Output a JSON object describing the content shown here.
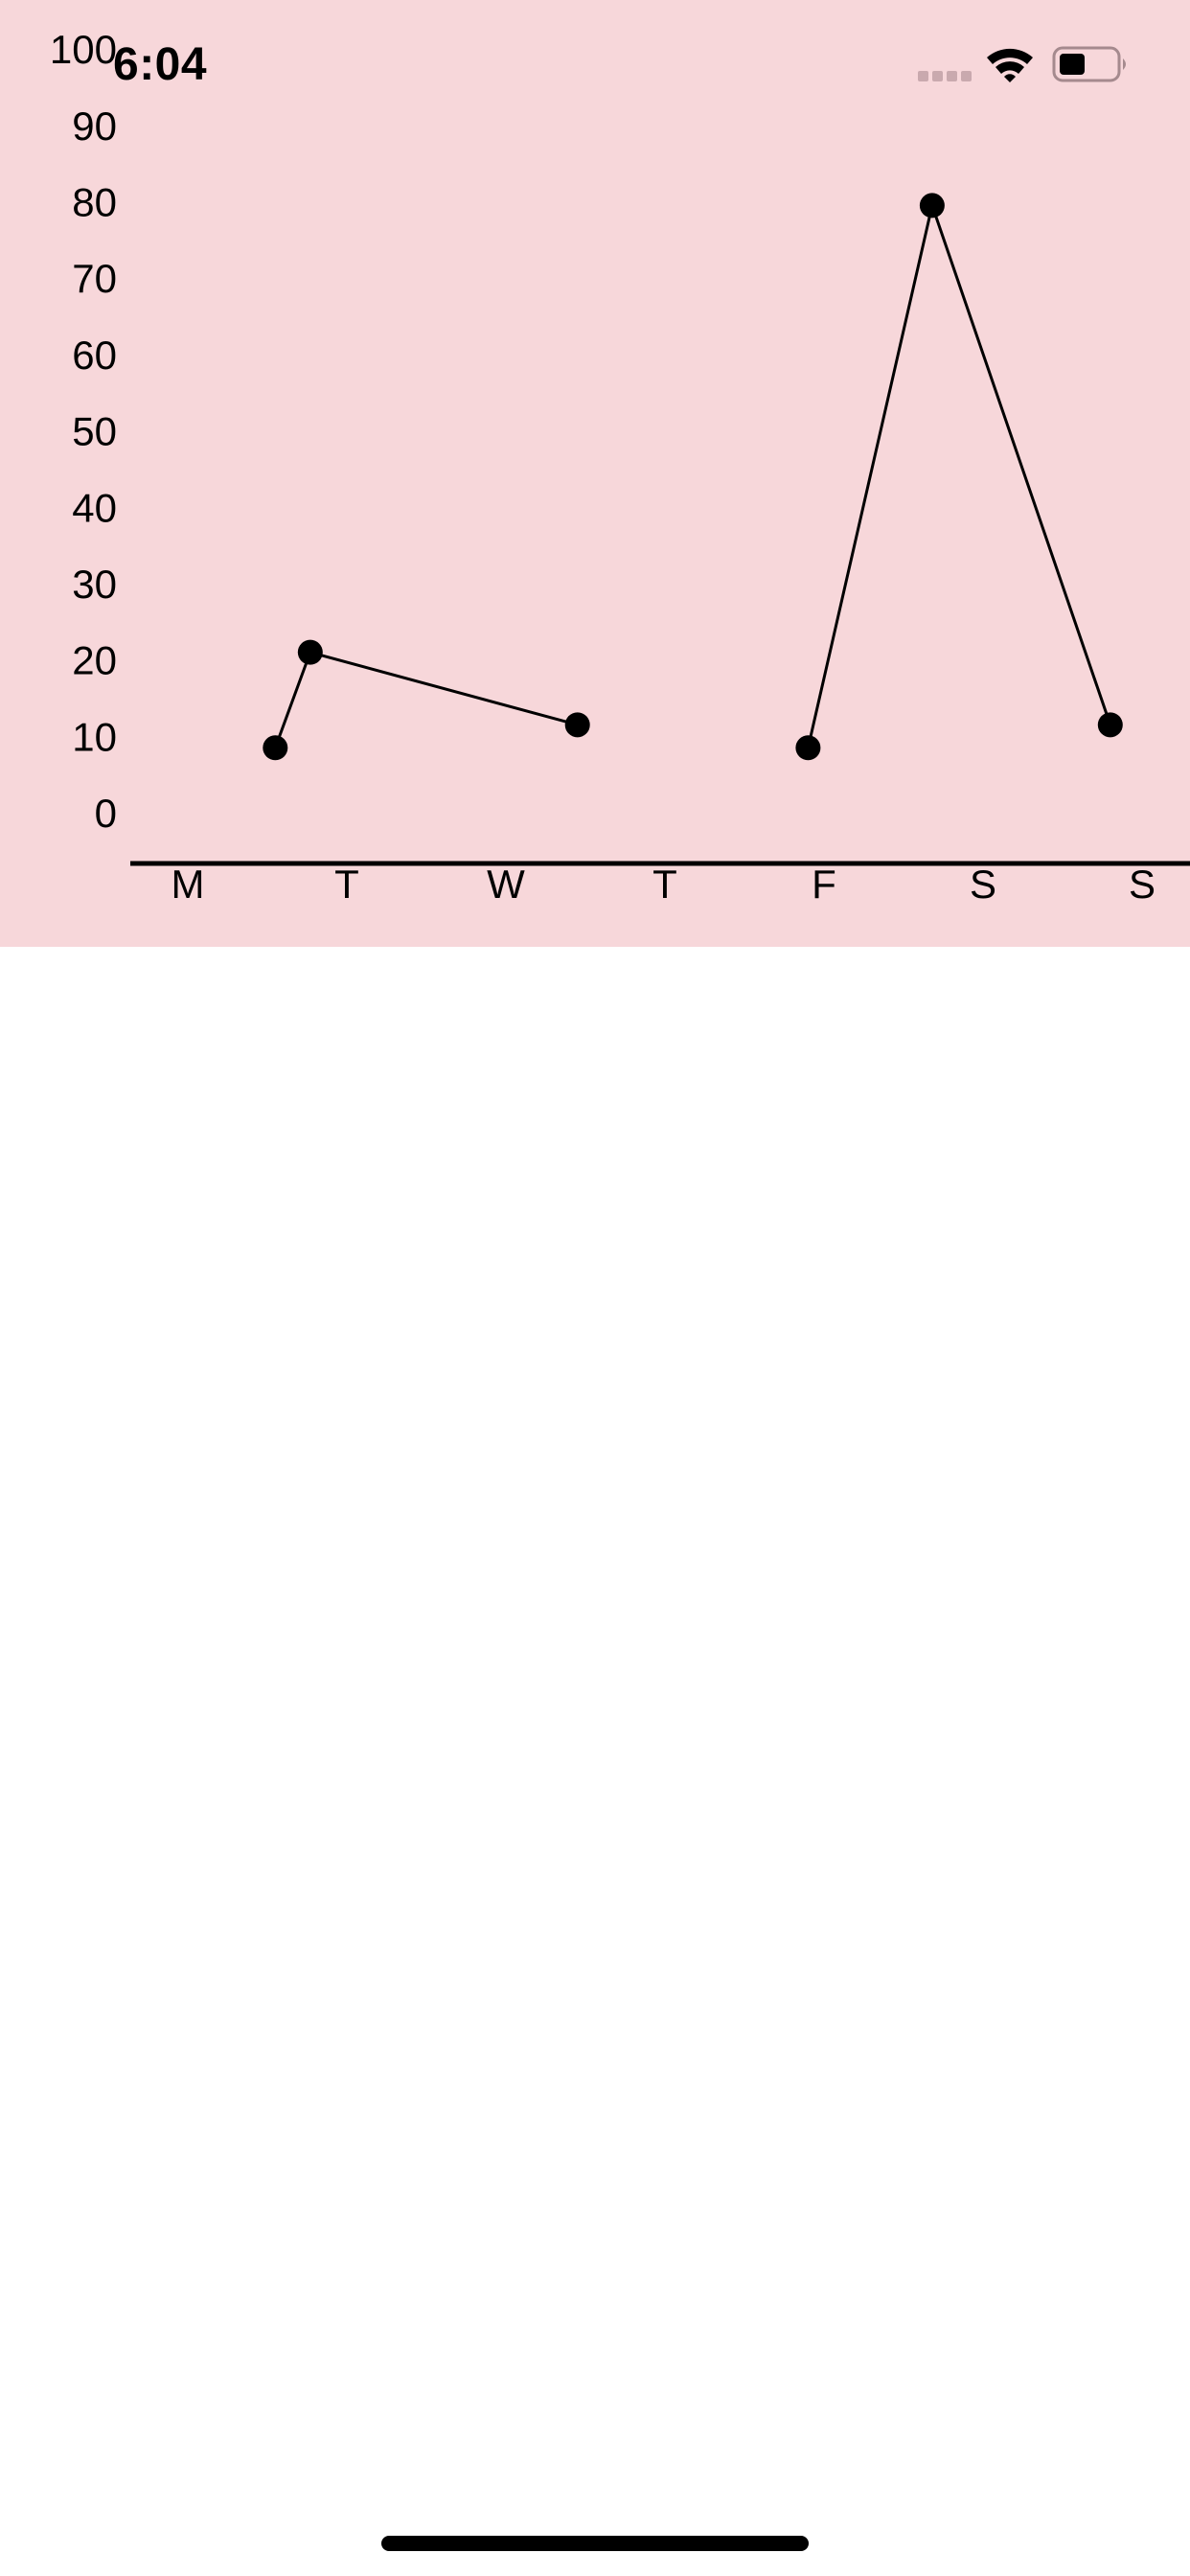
{
  "status_bar": {
    "time": "6:04",
    "signal_icon": "signal-dots-icon",
    "wifi_icon": "wifi-icon",
    "battery_icon": "battery-icon"
  },
  "colors": {
    "chart_background": "#f7d7da",
    "line": "#000000",
    "axis": "#000000"
  },
  "chart_data": {
    "type": "line",
    "categories": [
      "M",
      "T",
      "W",
      "T",
      "F",
      "S",
      "S"
    ],
    "y_ticks": [
      "0",
      "10",
      "20",
      "30",
      "40",
      "50",
      "60",
      "70",
      "80",
      "90",
      "100"
    ],
    "ylim": [
      0,
      100
    ],
    "grid": false,
    "segments": [
      {
        "points": [
          {
            "x": 0.55,
            "y": 9
          },
          {
            "x": 0.77,
            "y": 21.5
          },
          {
            "x": 2.45,
            "y": 12
          }
        ]
      },
      {
        "points": [
          {
            "x": 3.9,
            "y": 9
          },
          {
            "x": 4.68,
            "y": 80
          },
          {
            "x": 5.8,
            "y": 12
          }
        ]
      }
    ]
  }
}
